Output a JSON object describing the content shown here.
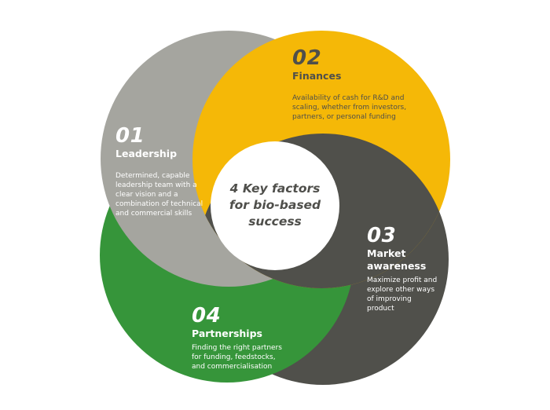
{
  "title": "4 Key factors for bio-based success",
  "colors": {
    "leadership": "#a5a59f",
    "finances": "#f5b807",
    "market_awareness": "#50504b",
    "partnerships": "#36953a",
    "center": "#ffffff",
    "text_dark": "#4f4f4b",
    "text_light": "#ffffff"
  },
  "factors": [
    {
      "number": "01",
      "title": "Leadership",
      "description": "Determined, capable leadership team with a clear vision and a combination of technical and commercial skills",
      "desc_lines": [
        "Determined, capable",
        "leadership team with a",
        "clear vision and a",
        "combination of technical",
        "and commercial skills"
      ]
    },
    {
      "number": "02",
      "title": "Finances",
      "description": "Availability of cash for R&D and scaling, whether from investors, partners, or personal funding",
      "desc_lines": [
        "Availability of cash for R&D and",
        "scaling, whether from investors,",
        "partners, or personal funding"
      ]
    },
    {
      "number": "03",
      "title_lines": [
        "Market",
        "awareness"
      ],
      "title": "Market awareness",
      "description": "Maximize profit and explore other ways of improving product",
      "desc_lines": [
        "Maximize profit and",
        "explore other ways",
        "of improving",
        "product"
      ]
    },
    {
      "number": "04",
      "title": "Partnerships",
      "description": "Finding the right partners for funding, feedstocks, and commercialisation",
      "desc_lines": [
        "Finding the right partners",
        "for funding, feedstocks,",
        "and commercialisation"
      ]
    }
  ],
  "center": {
    "lines": [
      "4 Key factors",
      "for bio-based",
      "success"
    ]
  }
}
